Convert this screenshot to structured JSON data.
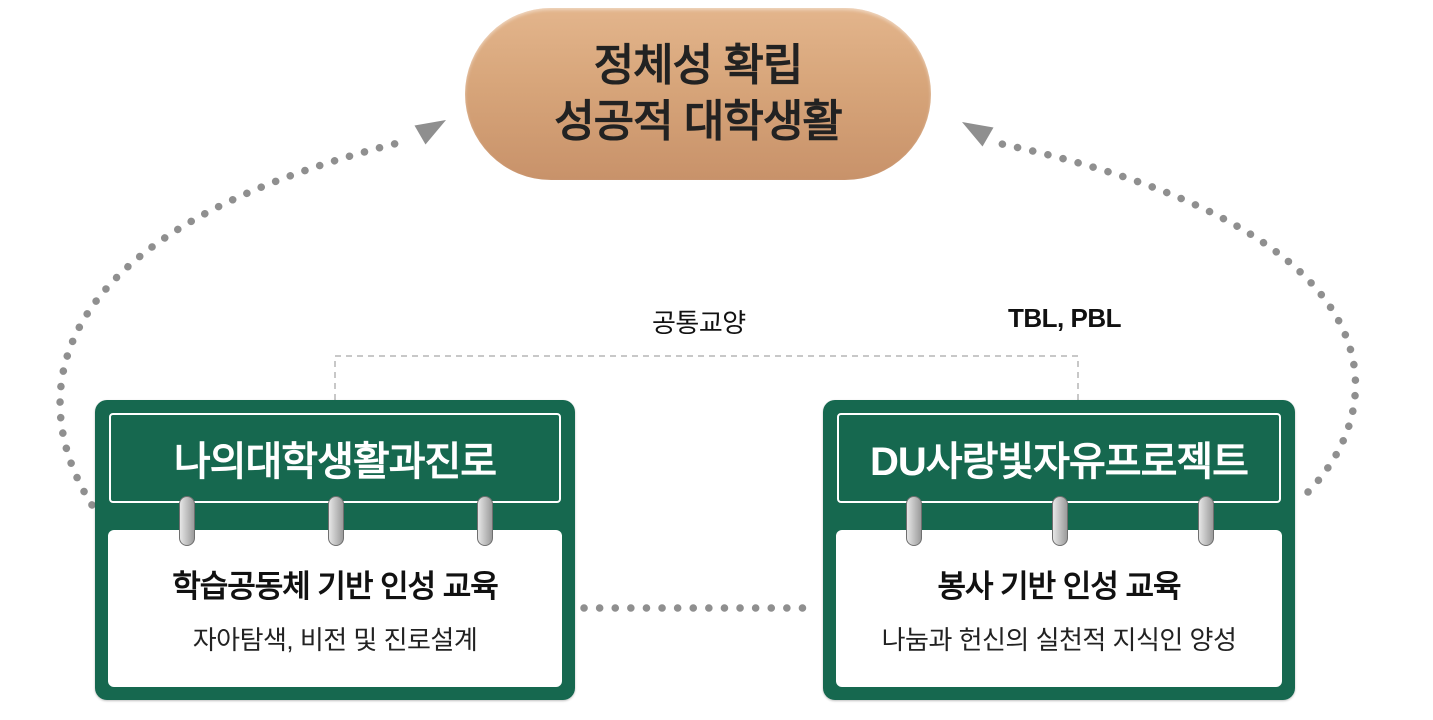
{
  "top_pill": {
    "line1": "정체성 확립",
    "line2": "성공적 대학생활"
  },
  "connector_labels": {
    "left": "공통교양",
    "right": "TBL, PBL"
  },
  "left_card": {
    "title": "나의대학생활과진로",
    "body_title": "학습공동체 기반 인성 교육",
    "body_sub": "자아탐색, 비전 및 진로설계"
  },
  "right_card": {
    "title": "DU사랑빛자유프로젝트",
    "body_title": "봉사 기반 인성 교육",
    "body_sub": "나눔과 헌신의 실천적 지식인 양성"
  },
  "colors": {
    "card_green": "#16684f",
    "pill_tan_top": "#e3b58c",
    "pill_tan_bottom": "#c8926a",
    "dotted_arrow_gray": "#8f8f8f",
    "dashed_line_gray": "#b5b5b5"
  }
}
